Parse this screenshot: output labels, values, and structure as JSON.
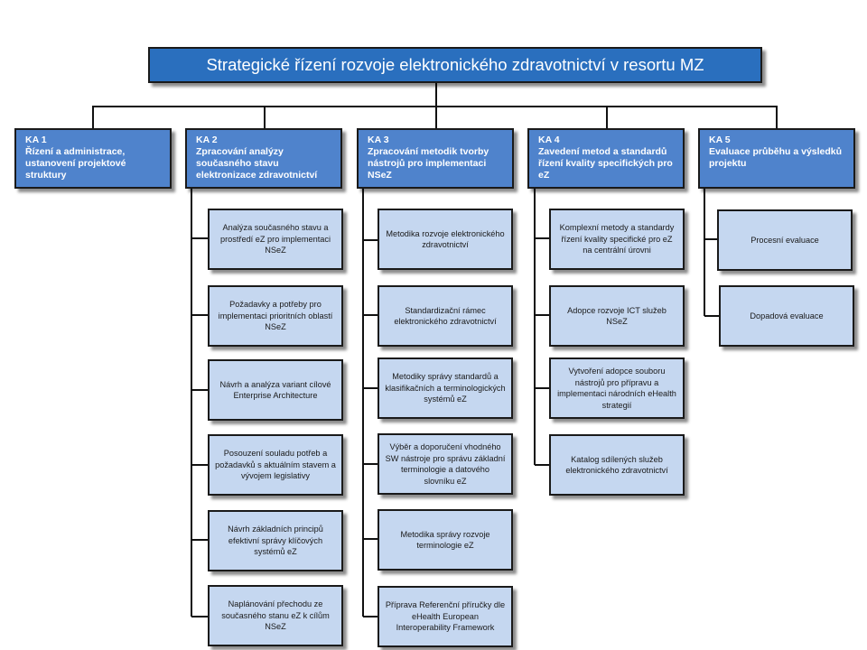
{
  "diagram": {
    "title": "Strategické řízení rozvoje elektronického zdravotnictví v resortu MZ",
    "columns": [
      {
        "code": "KA 1",
        "name": "Řízení a administrace, ustanovení projektové struktury",
        "items": []
      },
      {
        "code": "KA 2",
        "name": "Zpracování analýzy současného stavu elektronizace zdravotnictví",
        "items": [
          "Analýza současného stavu a prostředí eZ pro implementaci NSeZ",
          "Požadavky a potřeby pro implementaci prioritních oblastí NSeZ",
          "Návrh a analýza variant cílové Enterprise Architecture",
          "Posouzení souladu potřeb a požadavků s aktuálním stavem a vývojem legislativy",
          "Návrh základních principů efektivní správy klíčových systémů eZ",
          "Naplánování přechodu ze současného stanu eZ k cílům NSeZ"
        ]
      },
      {
        "code": "KA 3",
        "name": "Zpracování metodik tvorby nástrojů pro implementaci NSeZ",
        "items": [
          "Metodika rozvoje elektronického zdravotnictví",
          "Standardizační rámec elektronického zdravotnictví",
          "Metodiky správy standardů a klasifikačních a terminologických systémů eZ",
          "Výběr a doporučení vhodného SW nástroje pro správu základní terminologie a datového slovníku eZ",
          "Metodika správy rozvoje terminologie eZ",
          "Příprava Referenční příručky dle eHealth European Interoperability Framework"
        ]
      },
      {
        "code": "KA 4",
        "name": "Zavedení metod a standardů řízení kvality specifických pro eZ",
        "items": [
          "Komplexní metody a standardy řízení kvality specifické pro eZ na centrální úrovni",
          "Adopce rozvoje ICT služeb NSeZ",
          "Vytvoření adopce souboru nástrojů pro přípravu a implementaci národních eHealth strategií",
          "Katalog sdílených služeb elektronického zdravotnictví"
        ]
      },
      {
        "code": "KA 5",
        "name": "Evaluace průběhu a výsledků projektu",
        "items": [
          "Procesní evaluace",
          "Dopadová evaluace"
        ]
      }
    ]
  }
}
